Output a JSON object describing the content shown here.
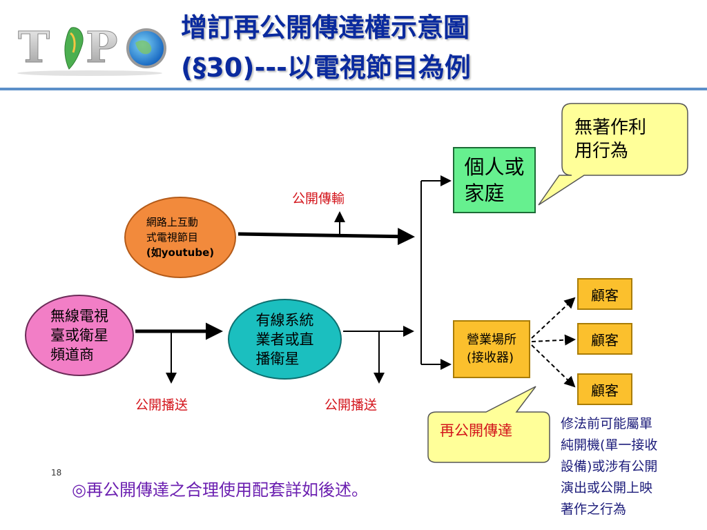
{
  "header": {
    "logo_text": "TIPO",
    "title_line1": "增訂再公開傳達權示意圖",
    "title_line2": "(§30)---以電視節目為例"
  },
  "nodes": {
    "online_program": [
      "網路上互動",
      "式電視節目",
      "(如youtube)"
    ],
    "broadcaster": [
      "無線電視",
      "臺或衛星",
      "頻道商"
    ],
    "cable": [
      "有線系統",
      "業者或直",
      "播衛星"
    ],
    "home": [
      "個人或",
      "家庭"
    ],
    "venue": [
      "營業場所",
      "(接收器)"
    ],
    "customer_1": "顧客",
    "customer_2": "顧客",
    "customer_3": "顧客"
  },
  "labels": {
    "public_transmission": "公開傳輸",
    "public_broadcast_1": "公開播送",
    "public_broadcast_2": "公開播送"
  },
  "callouts": {
    "no_exploitation": [
      "無著作利",
      "用行為"
    ],
    "re_communication": "再公開傳達"
  },
  "note": [
    "修法前可能屬單",
    "純開機(單一接收",
    "設備)或涉有公開",
    "演出或公開上映",
    "著作之行為"
  ],
  "footer": {
    "page_number": "18",
    "text": "◎再公開傳達之合理使用配套詳如後述。"
  },
  "colors": {
    "title": "#0a2a9e",
    "red_label": "#d3141b",
    "online_oval": "#f28a3c",
    "broadcaster_oval": "#f27ec6",
    "cable_oval": "#1bbfbf",
    "home_box": "#66f08f",
    "venue_box": "#fbc02d",
    "callout": "#ffff99",
    "footer_text": "#6b1fb0"
  }
}
